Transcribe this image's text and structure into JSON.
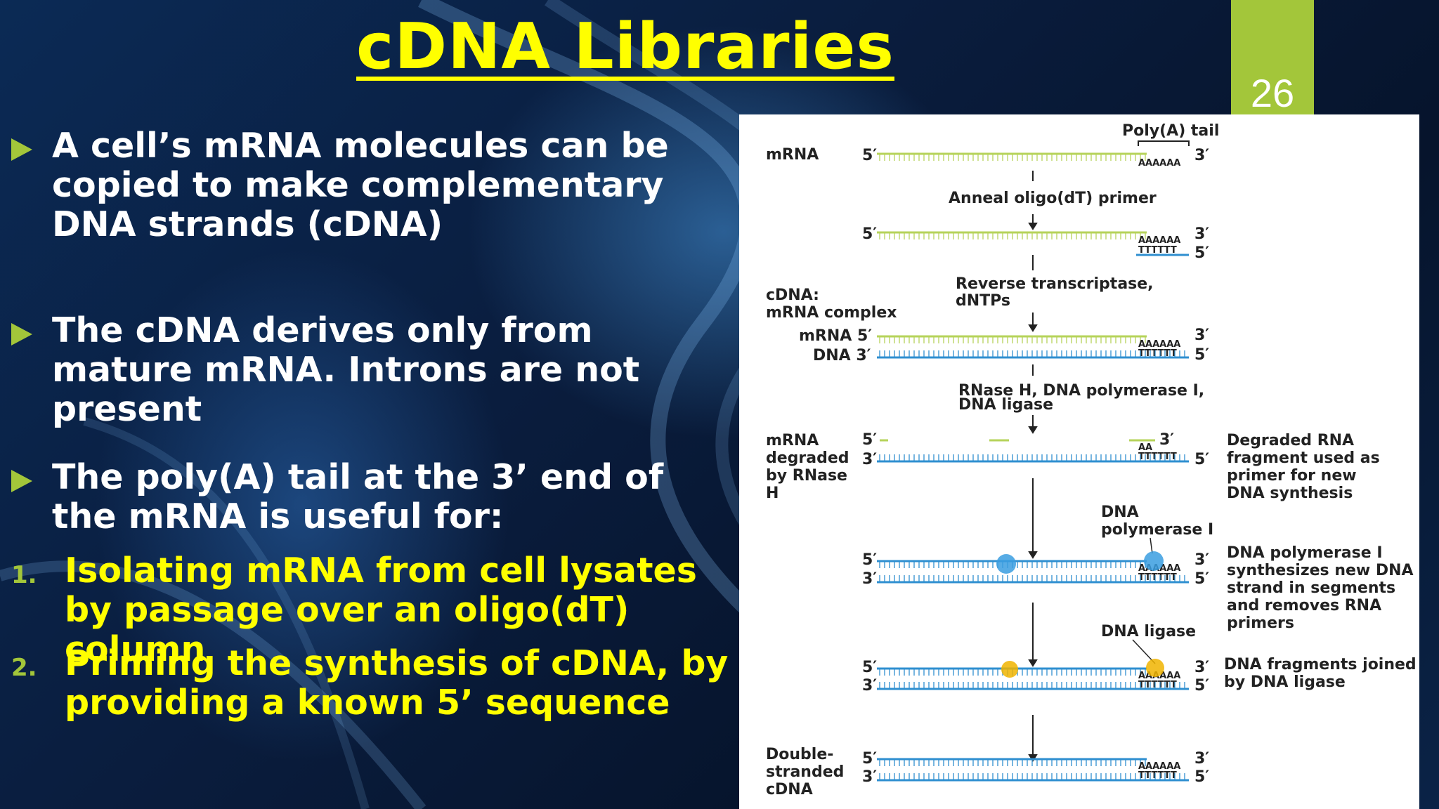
{
  "slide": {
    "title": "cDNA Libraries",
    "page_number": "26",
    "bullets": [
      "A cell’s mRNA molecules can be copied to make complementary DNA strands (cDNA)",
      "The cDNA derives only from mature mRNA. Introns are not present",
      "The poly(A) tail at the 3’ end of the mRNA is useful for:"
    ],
    "numbered": [
      {
        "num": "1.",
        "text": "Isolating mRNA from cell lysates by passage over an oligo(dT) column"
      },
      {
        "num": "2.",
        "text": "Priming the synthesis of cDNA, by providing a known 5’ sequence"
      }
    ]
  },
  "diagram": {
    "polya_label": "Poly(A) tail",
    "step_labels": {
      "anneal": "Anneal oligo(dT) primer",
      "rt1": "Reverse transcriptase,",
      "rt2": "dNTPs",
      "rnase1": "RNase H, DNA polymerase I,",
      "rnase2": "DNA ligase",
      "dnapol1": "DNA",
      "dnapol2": "polymerase I",
      "ligase": "DNA ligase"
    },
    "left_labels": {
      "mrna": "mRNA",
      "cdna1": "cDNA:",
      "cdna2": "mRNA complex",
      "mrna5": "mRNA 5′",
      "dna3": "DNA 3′",
      "deg1": "mRNA",
      "deg2": "degraded",
      "deg3": "by RNase",
      "deg4": "H",
      "ds1": "Double-",
      "ds2": "stranded",
      "ds3": "cDNA"
    },
    "right_notes": {
      "n1_1": "Degraded RNA",
      "n1_2": "fragment used as",
      "n1_3": "primer for new",
      "n1_4": "DNA synthesis",
      "n2_1": "DNA polymerase I",
      "n2_2": "synthesizes new DNA",
      "n2_3": "strand in segments",
      "n2_4": "and removes RNA",
      "n2_5": "primers",
      "n3_1": "DNA fragments joined",
      "n3_2": "by DNA ligase"
    },
    "ends": {
      "five": "5′",
      "three": "3′"
    },
    "polya_seq": "AAAAAA",
    "oligo_dt": "TTTTTT",
    "aa_seq": "AA",
    "colors": {
      "mrna": "#b6d35a",
      "dna": "#2f8fd0",
      "enzyme": "#3a9ee0",
      "ligase": "#f0b400"
    }
  }
}
